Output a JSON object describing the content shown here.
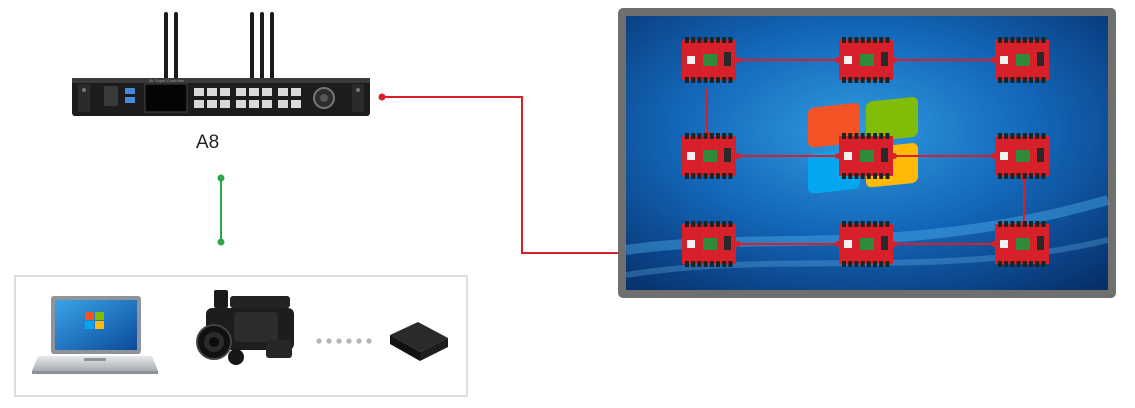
{
  "device": {
    "name": "A8",
    "front_text": "4K Super Controller",
    "antenna_count": 5
  },
  "sources": {
    "items": [
      {
        "name": "laptop-icon"
      },
      {
        "name": "camcorder-icon"
      },
      {
        "name": "set-top-box-icon"
      }
    ],
    "ellipsis_dots": 6
  },
  "screen": {
    "rows": 3,
    "cols": 3,
    "background_icon": "windows-logo"
  },
  "colors": {
    "signal_line": "#d8202a",
    "link_line": "#2aa84a",
    "frame": "#6f6f6f",
    "card": "#d8202a"
  }
}
